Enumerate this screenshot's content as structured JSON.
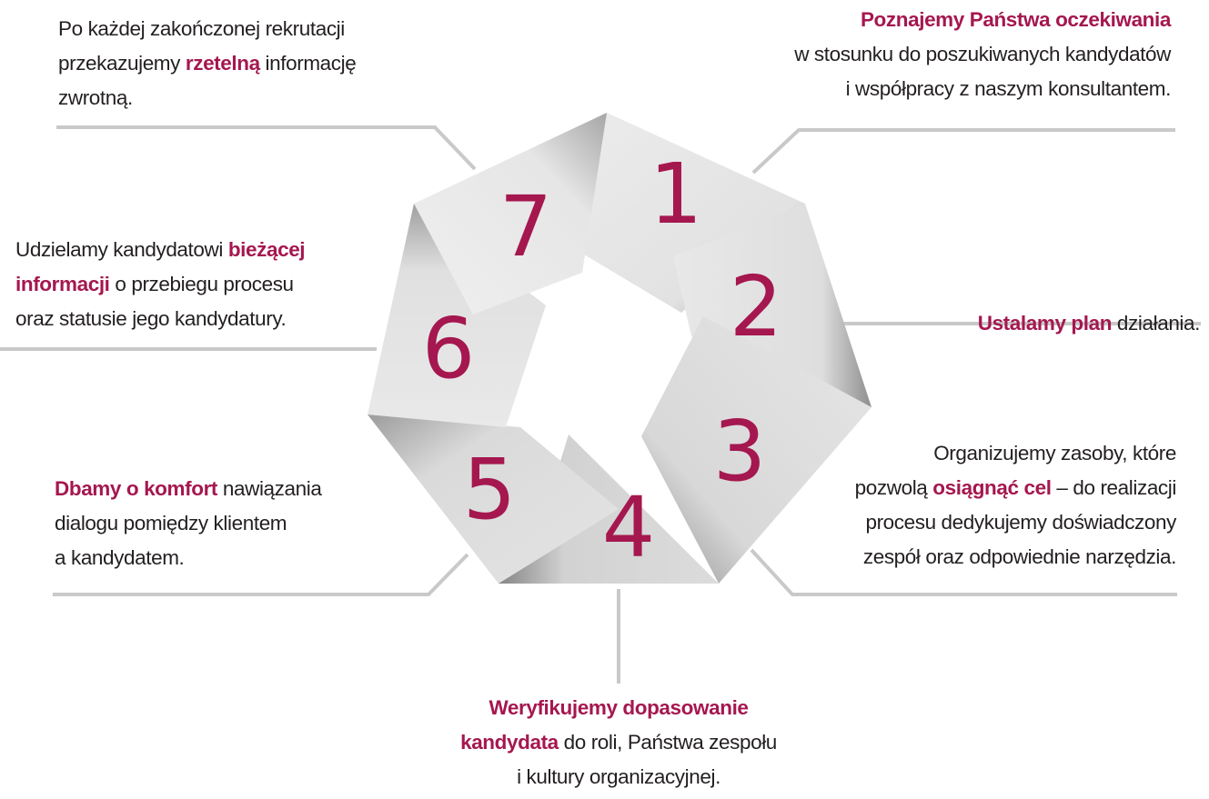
{
  "colors": {
    "accent": "#a5174f",
    "text": "#231f20",
    "line": "#c9c9c9",
    "panel": "#e4e4e4"
  },
  "steps": [
    {
      "number": "1",
      "lines": [
        [
          {
            "t": "Poznajemy Państwa oczekiwania",
            "hl": true
          }
        ],
        [
          {
            "t": "w stosunku do poszukiwanych kandydatów"
          }
        ],
        [
          {
            "t": "i współpracy z naszym konsultantem."
          }
        ]
      ]
    },
    {
      "number": "2",
      "lines": [
        [
          {
            "t": "Ustalamy plan",
            "hl": true
          },
          {
            "t": " działania."
          }
        ]
      ]
    },
    {
      "number": "3",
      "lines": [
        [
          {
            "t": "Organizujemy zasoby, które"
          }
        ],
        [
          {
            "t": "pozwolą "
          },
          {
            "t": "osiągnąć cel",
            "hl": true
          },
          {
            "t": " – do realizacji"
          }
        ],
        [
          {
            "t": "procesu dedykujemy doświadczony"
          }
        ],
        [
          {
            "t": "zespół oraz odpowiednie narzędzia."
          }
        ]
      ]
    },
    {
      "number": "4",
      "lines": [
        [
          {
            "t": "Weryfikujemy dopasowanie",
            "hl": true
          }
        ],
        [
          {
            "t": "kandydata",
            "hl": true
          },
          {
            "t": " do roli, Państwa zespołu"
          }
        ],
        [
          {
            "t": "i kultury organizacyjnej."
          }
        ]
      ]
    },
    {
      "number": "5",
      "lines": [
        [
          {
            "t": "Dbamy o komfort",
            "hl": true
          },
          {
            "t": " nawiązania"
          }
        ],
        [
          {
            "t": "dialogu pomiędzy klientem"
          }
        ],
        [
          {
            "t": "a kandydatem."
          }
        ]
      ]
    },
    {
      "number": "6",
      "lines": [
        [
          {
            "t": "Udzielamy kandydatowi "
          },
          {
            "t": "bieżącej",
            "hl": true
          }
        ],
        [
          {
            "t": "informacji",
            "hl": true
          },
          {
            "t": " o przebiegu procesu"
          }
        ],
        [
          {
            "t": "oraz statusie jego kandydatury."
          }
        ]
      ]
    },
    {
      "number": "7",
      "lines": [
        [
          {
            "t": "Po każdej zakończonej rekrutacji"
          }
        ],
        [
          {
            "t": "przekazujemy "
          },
          {
            "t": "rzetelną",
            "hl": true
          },
          {
            "t": " informację"
          }
        ],
        [
          {
            "t": "zwrotną."
          }
        ]
      ]
    }
  ]
}
